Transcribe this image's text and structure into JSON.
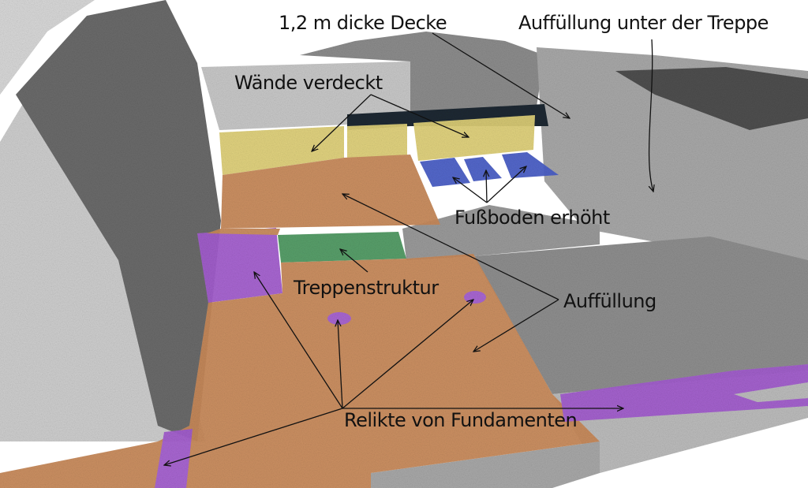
{
  "figure": {
    "description": "Annotated 3D point-cloud scan of a building interior/courtyard with colour-coded regions",
    "colors": {
      "background": "#ffffff",
      "scan_light": "#c8c8c8",
      "scan_mid": "#9a9a9a",
      "scan_dark": "#5a5a5a",
      "walls_covered": "#e0d178",
      "floor_fill": "#c98a5a",
      "raised_floor": "#4a5fc8",
      "stair_structure": "#4f9a62",
      "foundation_relics": "#a45ed0",
      "arrow": "#111111"
    }
  },
  "labels": {
    "ceiling": "1,2 m dicke Decke",
    "fill_under_stairs": "Auffüllung unter der Treppe",
    "walls_covered": "Wände verdeckt",
    "floor_raised": "Fußboden erhöht",
    "stair_structure": "Treppenstruktur",
    "fill": "Auffüllung",
    "foundation_relics": "Relikte von Fundamenten"
  },
  "legend_regions": [
    {
      "name": "Wände verdeckt",
      "color": "#e0d178"
    },
    {
      "name": "Auffüllung",
      "color": "#c98a5a"
    },
    {
      "name": "Fußboden erhöht",
      "color": "#4a5fc8"
    },
    {
      "name": "Treppenstruktur",
      "color": "#4f9a62"
    },
    {
      "name": "Relikte von Fundamenten",
      "color": "#a45ed0"
    }
  ]
}
